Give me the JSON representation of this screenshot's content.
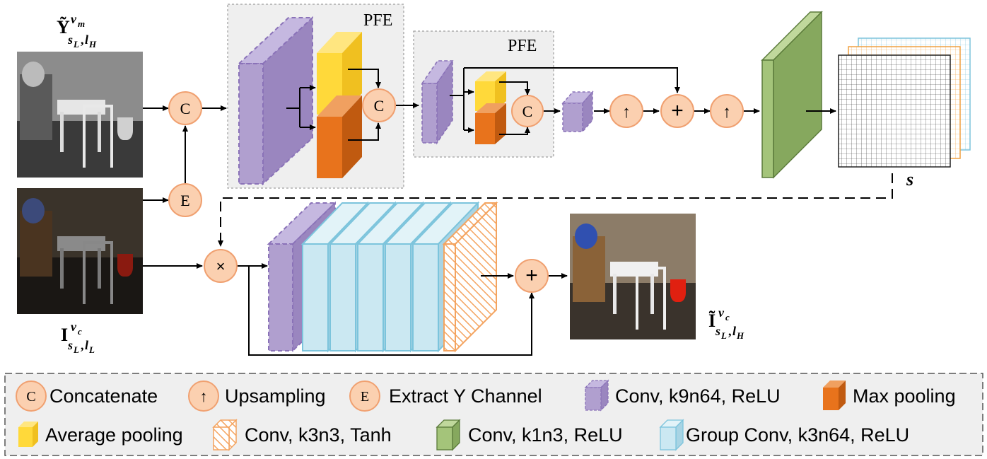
{
  "labels": {
    "pfe_outer": "PFE",
    "pfe_inner": "PFE",
    "s_label": "s",
    "y_input": {
      "base": "Ỹ",
      "sup": "v",
      "sup_sub": "m",
      "sub1": "s",
      "sub1_sub": "L",
      "sub_sep": ",",
      "sub2": "l",
      "sub2_sub": "H"
    },
    "i_input": {
      "base": "I",
      "sup": "v",
      "sup_sub": "c",
      "sub1": "s",
      "sub1_sub": "L",
      "sub_sep": ",",
      "sub2": "l",
      "sub2_sub": "L"
    },
    "i_output": {
      "base": "Ĩ",
      "sup": "v",
      "sup_sub": "c",
      "sub1": "s",
      "sub1_sub": "L",
      "sub_sep": ",",
      "sub2": "l",
      "sub2_sub": "H"
    }
  },
  "operators": {
    "concat": "C",
    "extract": "E",
    "upsample": "↑",
    "add": "+",
    "multiply": "×"
  },
  "legend": {
    "concatenate": "Concatenate",
    "upsampling": "Upsampling",
    "extract_y": "Extract Y Channel",
    "conv_k9n64": "Conv, k9n64, ReLU",
    "max_pooling": "Max pooling",
    "average_pooling": "Average pooling",
    "conv_k3n3": "Conv, k3n3, Tanh",
    "conv_k1n3": "Conv, k1n3, ReLU",
    "group_conv": "Group Conv, k3n64, ReLU"
  },
  "colors": {
    "purple_front": "#b09fcf",
    "purple_side": "#9a86bf",
    "purple_top": "#c5b8e0",
    "purple_edge": "#8a72b8",
    "yellow_front": "#ffd93a",
    "yellow_side": "#f0c020",
    "yellow_top": "#ffe680",
    "orange_front": "#e8731c",
    "orange_side": "#c05a10",
    "orange_top": "#f0a060",
    "green_front": "#a4c47a",
    "green_side": "#86a85e",
    "green_top": "#c0d89c",
    "green_edge": "#5a7a3a",
    "blue_front": "#cbe8f2",
    "blue_side": "#a8d4e4",
    "blue_edge": "#7cc4dc",
    "hatch_orange": "#f4a460",
    "circle_fill": "#fbd0b0",
    "circle_edge": "#f0a070",
    "pfe_bg": "#efefef"
  }
}
